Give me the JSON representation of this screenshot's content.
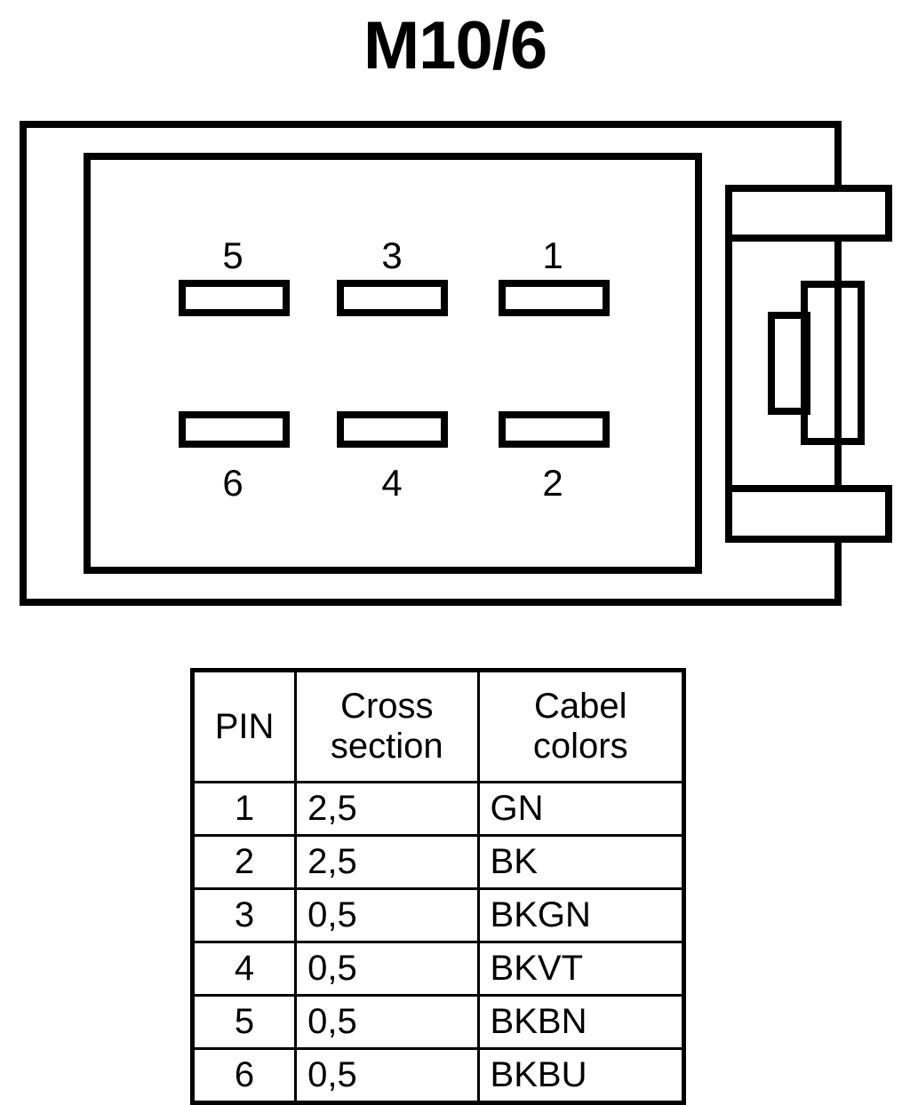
{
  "title": "M10/6",
  "connector": {
    "name": "connector-face-diagram",
    "pins_top_row": [
      {
        "number": "5"
      },
      {
        "number": "3"
      },
      {
        "number": "1"
      }
    ],
    "pins_bottom_row": [
      {
        "number": "6"
      },
      {
        "number": "4"
      },
      {
        "number": "2"
      }
    ],
    "stroke_color": "#000000",
    "fill_color": "#ffffff"
  },
  "table": {
    "headers": {
      "pin": "PIN",
      "cross_section_line1": "Cross",
      "cross_section_line2": "section",
      "cable_colors_line1": "Cabel",
      "cable_colors_line2": "colors"
    },
    "rows": [
      {
        "pin": "1",
        "cross_section": "2,5",
        "cable_color": "GN"
      },
      {
        "pin": "2",
        "cross_section": "2,5",
        "cable_color": "BK"
      },
      {
        "pin": "3",
        "cross_section": "0,5",
        "cable_color": "BKGN"
      },
      {
        "pin": "4",
        "cross_section": "0,5",
        "cable_color": "BKVT"
      },
      {
        "pin": "5",
        "cross_section": "0,5",
        "cable_color": "BKBN"
      },
      {
        "pin": "6",
        "cross_section": "0,5",
        "cable_color": "BKBU"
      }
    ]
  }
}
